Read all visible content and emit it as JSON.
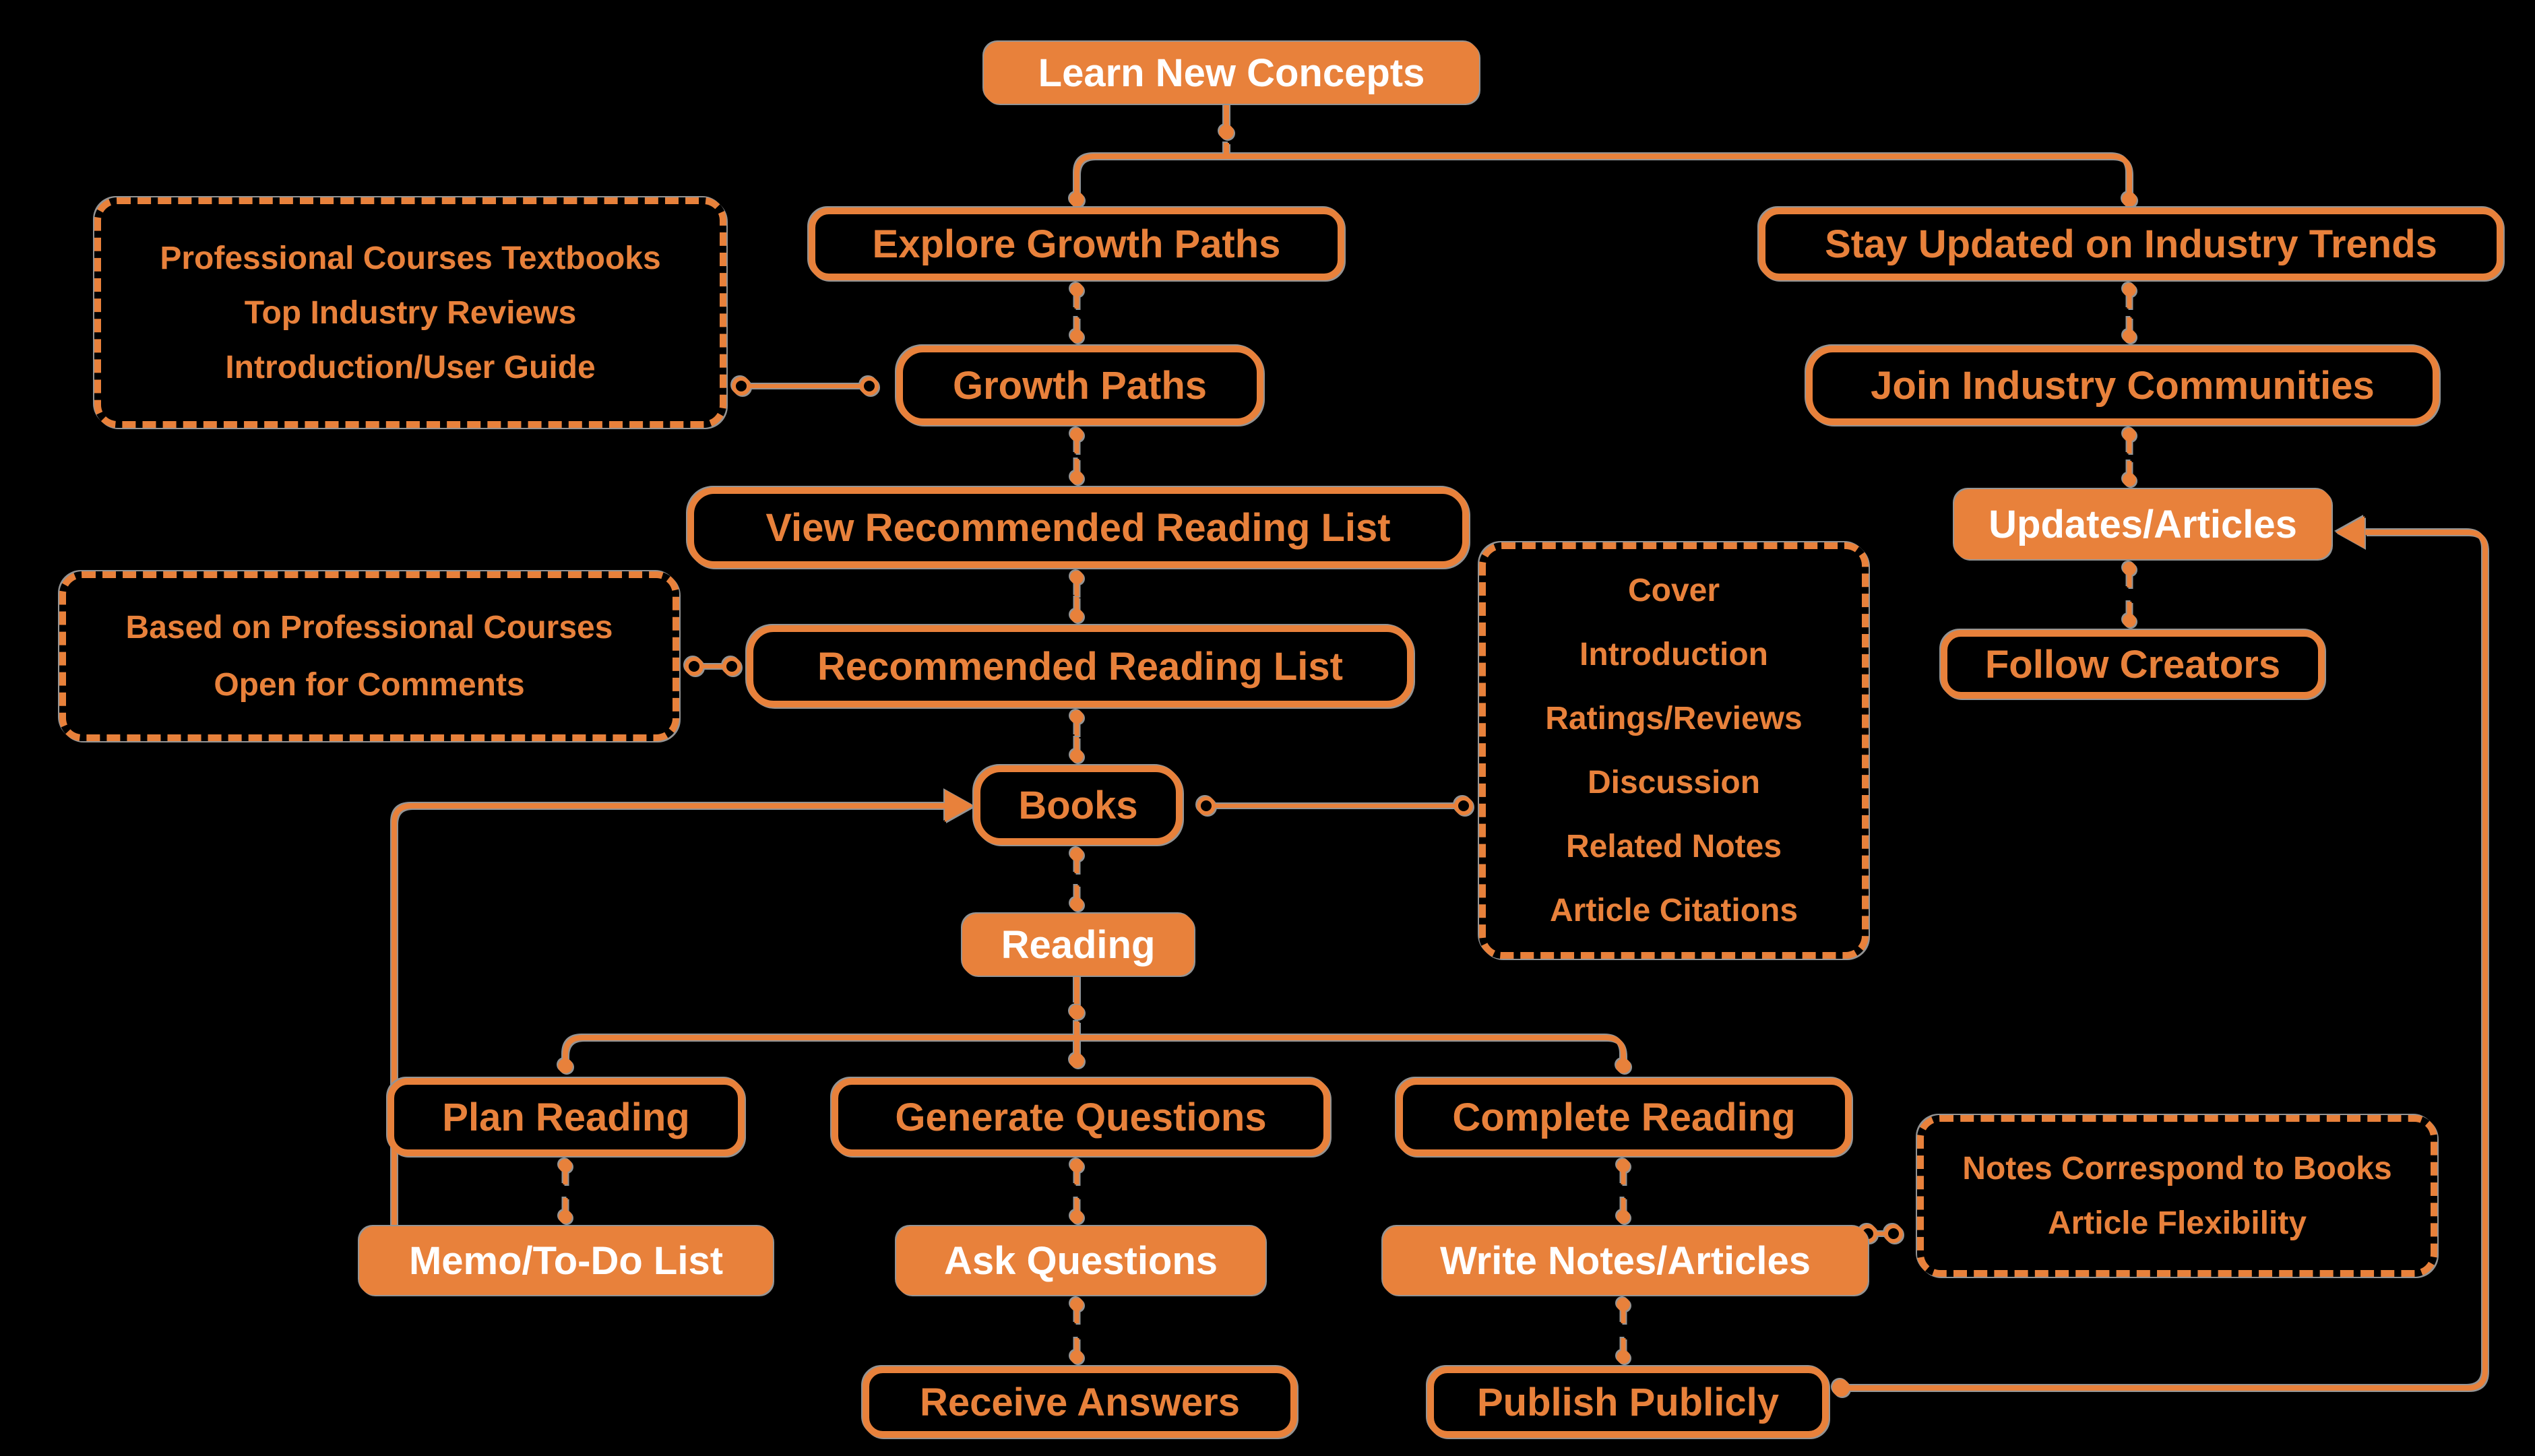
{
  "diagram": {
    "colors": {
      "background": "#000000",
      "accent": "#E8813B",
      "halo": "#949494",
      "text_on_fill": "#FFFFFF"
    },
    "nodes": {
      "learn_new_concepts": "Learn New Concepts",
      "explore_growth_paths": "Explore Growth Paths",
      "stay_updated": "Stay Updated on Industry Trends",
      "growth_paths": "Growth Paths",
      "join_industry_communities": "Join Industry Communities",
      "view_recommended_reading_list": "View Recommended Reading List",
      "updates_articles": "Updates/Articles",
      "recommended_reading_list": "Recommended Reading List",
      "follow_creators": "Follow Creators",
      "books": "Books",
      "reading": "Reading",
      "plan_reading": "Plan Reading",
      "generate_questions": "Generate Questions",
      "complete_reading": "Complete Reading",
      "memo_todo_list": "Memo/To-Do List",
      "ask_questions": "Ask Questions",
      "write_notes_articles": "Write Notes/Articles",
      "receive_answers": "Receive Answers",
      "publish_publicly": "Publish Publicly"
    },
    "annotations": {
      "sources": {
        "lines": [
          "Professional Courses Textbooks",
          "Top Industry Reviews",
          "Introduction/User Guide"
        ]
      },
      "reading_list_notes": {
        "lines": [
          "Based on Professional Courses",
          "Open for Comments"
        ]
      },
      "book_page_sections": {
        "lines": [
          "Cover",
          "Introduction",
          "Ratings/Reviews",
          "Discussion",
          "Related Notes",
          "Article Citations"
        ]
      },
      "notes_rules": {
        "lines": [
          "Notes Correspond to Books",
          "Article Flexibility"
        ]
      }
    }
  }
}
